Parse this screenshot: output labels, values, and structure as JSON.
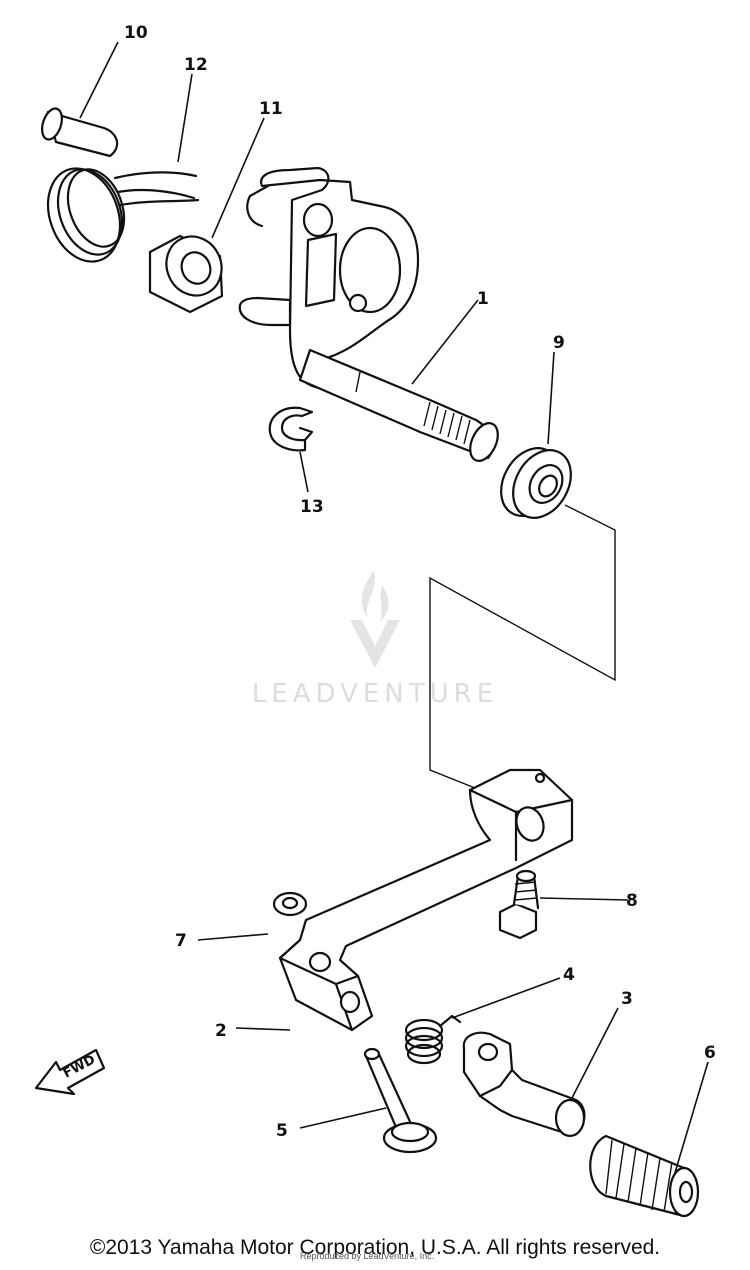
{
  "labels": {
    "p1": "1",
    "p2": "2",
    "p3": "3",
    "p4": "4",
    "p5": "5",
    "p6": "6",
    "p7": "7",
    "p8": "8",
    "p9": "9",
    "p10": "10",
    "p11": "11",
    "p12": "12",
    "p13": "13"
  },
  "direction_label": "FWD",
  "watermark": "LEADVENTURE",
  "copyright": "©2013 Yamaha Motor Corporation, U.S.A. All rights reserved.",
  "small_credit": "Reproduced by LeadVenture, Inc."
}
